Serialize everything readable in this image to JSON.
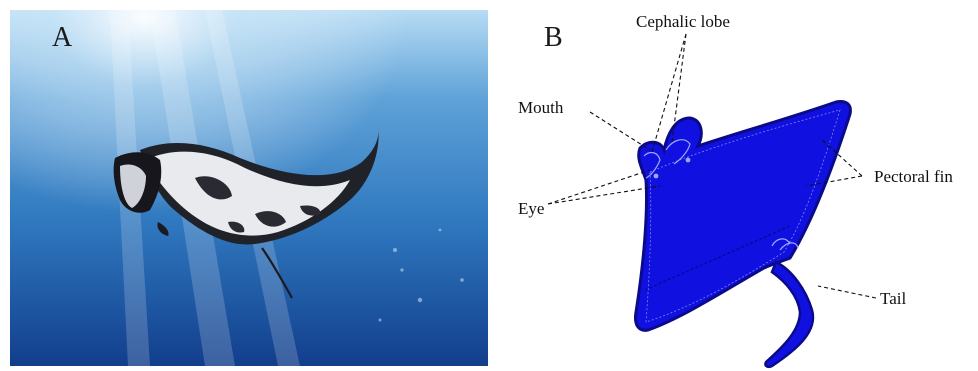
{
  "panel_a": {
    "letter": "A"
  },
  "panel_b": {
    "letter": "B",
    "labels": {
      "cephalic_lobe": "Cephalic lobe",
      "mouth": "Mouth",
      "pectoral_fin": "Pectoral fin",
      "eye": "Eye",
      "tail": "Tail"
    }
  },
  "colors": {
    "ocean_light": "#8fc6ea",
    "ocean_mid": "#2f78bf",
    "ocean_deep": "#123e8c",
    "manta_dark": "#1c1c22",
    "manta_belly": "#e9eaee",
    "diagram_fill": "#1010e0",
    "diagram_outline": "#0a0a8a"
  }
}
